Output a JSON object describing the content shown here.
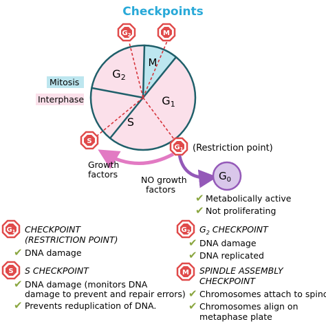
{
  "title": "Checkpoints",
  "colors": {
    "title": "#29a9d8",
    "circle_fill": "#fbe0ea",
    "m_fill": "#bde6ef",
    "stop_red": "#e04a4a",
    "dash_red": "#d6333a",
    "arrow_pink": "#e27ac3",
    "g0_purple": "#9459b8",
    "g0_fill": "#d9c7ea",
    "check_green": "#8aa640"
  },
  "pie": {
    "g2": "G2",
    "m": "M",
    "g1": "G1",
    "s": "S"
  },
  "legend": {
    "mitosis": "Mitosis",
    "interphase": "Interphase"
  },
  "stop_signs": {
    "g2": "G2",
    "m": "M",
    "s": "S",
    "g1": "G1"
  },
  "restriction_point": "(Restriction point)",
  "growth_factors": [
    "Growth",
    "factors"
  ],
  "no_growth_factors": [
    "NO growth",
    "factors"
  ],
  "g0": {
    "label": "G0",
    "notes": [
      "Metabolically active",
      "Not proliferating"
    ]
  },
  "checkpoints": {
    "g1": {
      "sign": "G1",
      "title_lines": [
        "CHECKPOINT",
        "(RESTRICTION POINT)"
      ],
      "items": [
        "DNA damage"
      ]
    },
    "s": {
      "sign": "S",
      "title": "S CHECKPOINT",
      "items": [
        [
          "DNA damage (monitors DNA",
          "damage to prevent and repair errors)"
        ],
        [
          "Prevents reduplication of DNA."
        ]
      ]
    },
    "g2": {
      "sign": "G2",
      "title": "G2 CHECKPOINT",
      "items": [
        "DNA damage",
        "DNA replicated"
      ]
    },
    "m": {
      "sign": "M",
      "title_lines": [
        "SPINDLE ASSEMBLY",
        "CHECKPOINT"
      ],
      "items": [
        [
          "Chromosomes attach to spindle"
        ],
        [
          "Chromosomes align on",
          "metaphase plate"
        ]
      ]
    }
  }
}
